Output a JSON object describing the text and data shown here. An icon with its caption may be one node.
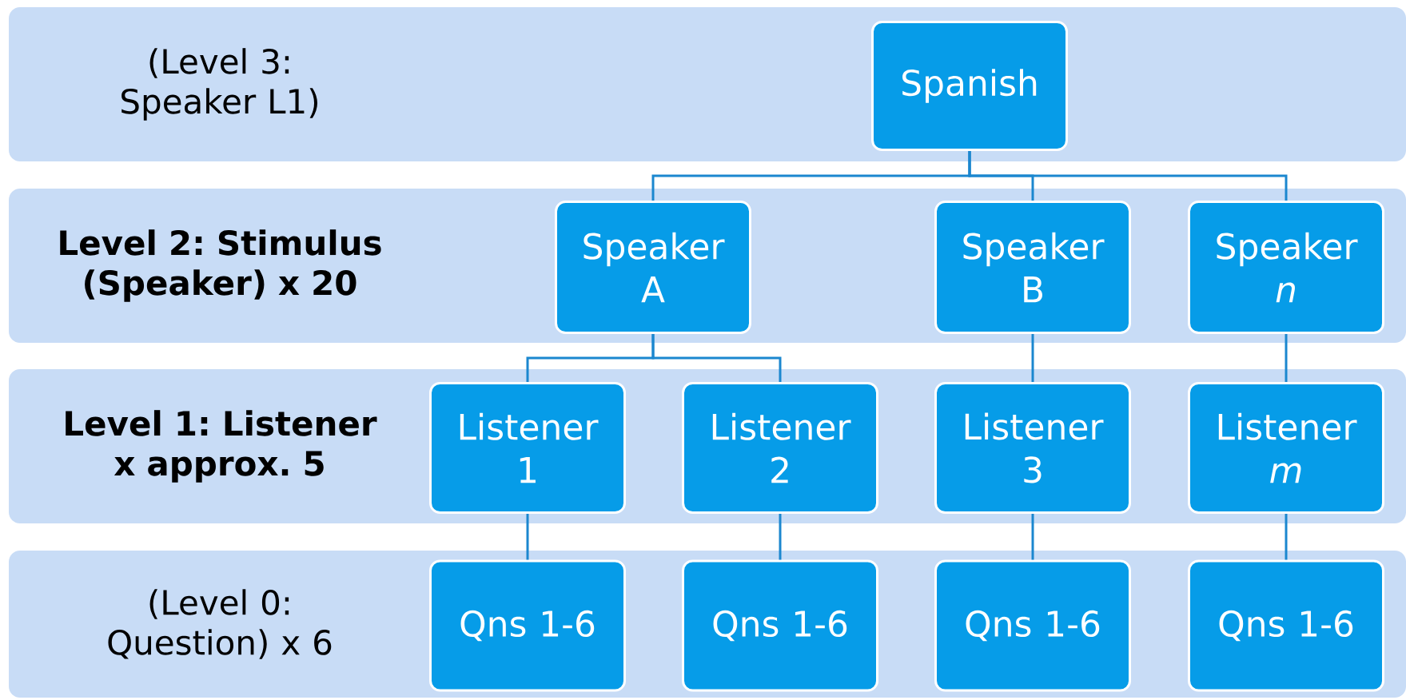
{
  "diagram": {
    "nodes": [
      {
        "text": [
          "(Level 3: Speaker L1)"
        ]
      },
      {
        "text": [
          "Spanish"
        ],
        "in": 0
      },
      {
        "text": [
          "Level 2: Stimulus (Speaker) x 20"
        ]
      },
      {
        "text": [
          "Speaker A"
        ],
        "in": 2
      },
      {
        "text": [
          "Speaker B"
        ],
        "in": 2
      },
      {
        "text": [
          "Speaker *n*"
        ],
        "in": 2
      },
      {
        "text": [
          "Level 1: Listener x approx. 5"
        ]
      },
      {
        "text": [
          "Listener 1"
        ],
        "in": 6
      },
      {
        "text": [
          "Listener 2"
        ],
        "in": 6
      },
      {
        "text": [
          "Listener 3"
        ],
        "in": 6
      },
      {
        "text": [
          "Listener *m*"
        ],
        "in": 6
      },
      {
        "text": [
          "(Level 0: Question) x 6"
        ]
      },
      {
        "text": [
          "Qns 1-6"
        ],
        "in": 11
      },
      {
        "text": [
          "Qns 1-6"
        ],
        "in": 11
      },
      {
        "text": [
          "Qns 1-6"
        ],
        "in": 11
      },
      {
        "text": [
          "Qns 1-6"
        ],
        "in": 11
      }
    ],
    "edges": [
      {
        "from": 1,
        "to": 3,
        "arrow": "none"
      },
      {
        "from": 1,
        "to": 4,
        "arrow": "none"
      },
      {
        "from": 1,
        "to": 5,
        "arrow": "none"
      },
      {
        "from": 3,
        "to": 7,
        "arrow": "none"
      },
      {
        "from": 3,
        "to": 8,
        "arrow": "none"
      },
      {
        "from": 4,
        "to": 9,
        "arrow": "none"
      },
      {
        "from": 5,
        "to": 10,
        "arrow": "none"
      },
      {
        "from": 7,
        "to": 12,
        "arrow": "none"
      },
      {
        "from": 8,
        "to": 13,
        "arrow": "none"
      },
      {
        "from": 9,
        "to": 14,
        "arrow": "none"
      },
      {
        "from": 10,
        "to": 15,
        "arrow": "none"
      }
    ]
  }
}
